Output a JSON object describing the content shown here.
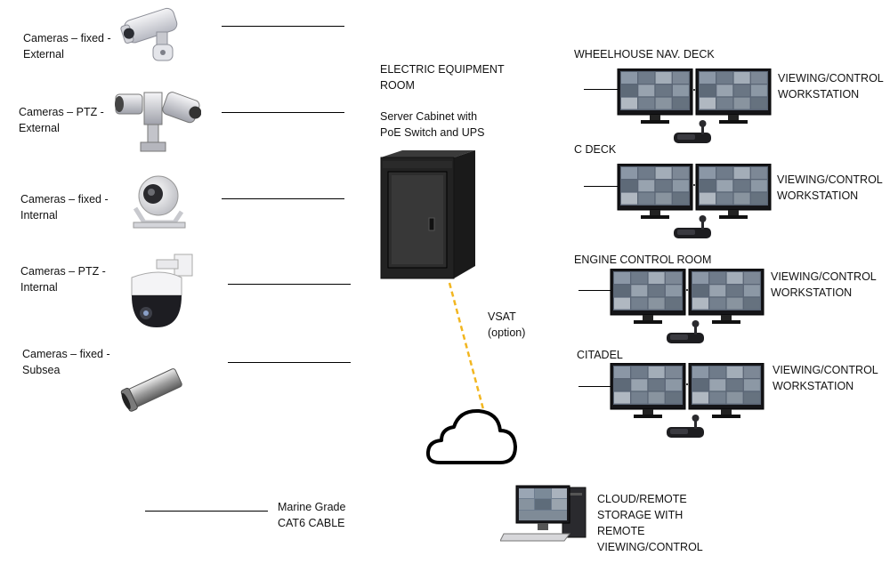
{
  "cameras": [
    {
      "line1": "Cameras – fixed -",
      "line2": "External",
      "icon": "fixed-external-camera-icon"
    },
    {
      "line1": "Cameras – PTZ -",
      "line2": "External",
      "icon": "ptz-external-camera-icon"
    },
    {
      "line1": "Cameras – fixed -",
      "line2": "Internal",
      "icon": "fixed-internal-camera-icon"
    },
    {
      "line1": "Cameras – PTZ -",
      "line2": "Internal",
      "icon": "ptz-dome-camera-icon"
    },
    {
      "line1": "Cameras – fixed -",
      "line2": "Subsea",
      "icon": "subsea-camera-icon"
    }
  ],
  "equipment_room": {
    "line1": "ELECTRIC EQUIPMENT",
    "line2": "ROOM"
  },
  "server": {
    "line1": "Server Cabinet with",
    "line2": "PoE Switch and UPS",
    "icon": "server-cabinet-icon"
  },
  "vsat": {
    "line1": "VSAT",
    "line2": "(option)",
    "link_color": "#f2b620"
  },
  "cloud_icon": "cloud-icon",
  "workstations": [
    {
      "location": "WHEELHOUSE NAV. DECK",
      "line1": "VIEWING/CONTROL",
      "line2": "WORKSTATION"
    },
    {
      "location": "C DECK",
      "line1": "VIEWING/CONTROL",
      "line2": "WORKSTATION"
    },
    {
      "location": "ENGINE CONTROL ROOM",
      "line1": "VIEWING/CONTROL",
      "line2": "WORKSTATION"
    },
    {
      "location": "CITADEL",
      "line1": "VIEWING/CONTROL",
      "line2": "WORKSTATION"
    }
  ],
  "legend": {
    "line1": "Marine Grade",
    "line2": "CAT6 CABLE"
  },
  "remote": {
    "line1": "CLOUD/REMOTE",
    "line2": "STORAGE WITH",
    "line3": "REMOTE",
    "line4": "VIEWING/CONTROL",
    "icon": "remote-computer-icon"
  }
}
